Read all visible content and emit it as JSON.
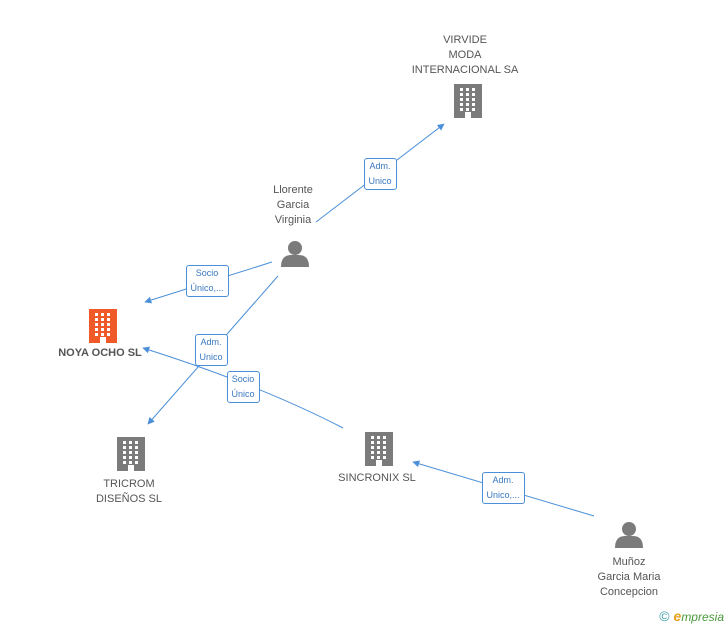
{
  "colors": {
    "edge": "#4a8fd8",
    "node_icon": "#7b7b7b",
    "focus_icon": "#f05a28"
  },
  "nodes": {
    "virvide": {
      "lines": [
        "VIRVIDE",
        "MODA",
        "INTERNACIONAL SA"
      ],
      "icon": "building-icon"
    },
    "llorente": {
      "lines": [
        "Llorente",
        "Garcia",
        "Virginia"
      ],
      "icon": "person-icon"
    },
    "noya": {
      "lines": [
        "NOYA OCHO SL"
      ],
      "icon": "building-icon"
    },
    "tricrom": {
      "lines": [
        "TRICROM",
        "DISEÑOS SL"
      ],
      "icon": "building-icon"
    },
    "sincronix": {
      "lines": [
        "SINCRONIX SL"
      ],
      "icon": "building-icon"
    },
    "munoz": {
      "lines": [
        "Muñoz",
        "Garcia Maria",
        "Concepcion"
      ],
      "icon": "person-icon"
    }
  },
  "edges": [
    {
      "from": "llorente",
      "to": "virvide",
      "lines": [
        "Adm.",
        "Unico"
      ]
    },
    {
      "from": "llorente",
      "to": "noya",
      "lines": [
        "Socio",
        "Único,..."
      ]
    },
    {
      "from": "llorente",
      "to": "tricrom",
      "lines": [
        "Adm.",
        "Unico"
      ]
    },
    {
      "from": "sincronix",
      "to": "noya",
      "lines": [
        "Socio",
        "Único"
      ]
    },
    {
      "from": "munoz",
      "to": "sincronix",
      "lines": [
        "Adm.",
        "Unico,..."
      ]
    }
  ],
  "footer": {
    "copyright": "©",
    "brand_initial": "e",
    "brand_rest": "mpresia"
  }
}
